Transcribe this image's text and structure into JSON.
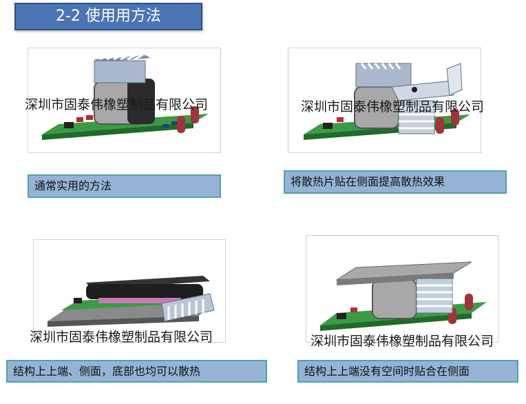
{
  "title": "2-2 使用用方法",
  "watermark": "深圳市固泰伟橡塑制品有限公司",
  "panels": [
    {
      "caption": "通常实用的方法"
    },
    {
      "caption": "将散热片贴在侧面提高散热效果"
    },
    {
      "caption": "结构上上端、侧面，底部也均可以散热"
    },
    {
      "caption": "结构上上端没有空间时贴合在侧面"
    }
  ],
  "colors": {
    "title_bg": "#4a74b4",
    "caption_bg": "#95b3d7",
    "caption_border": "#4fa3a8",
    "pcb": "#2f8a3a"
  }
}
